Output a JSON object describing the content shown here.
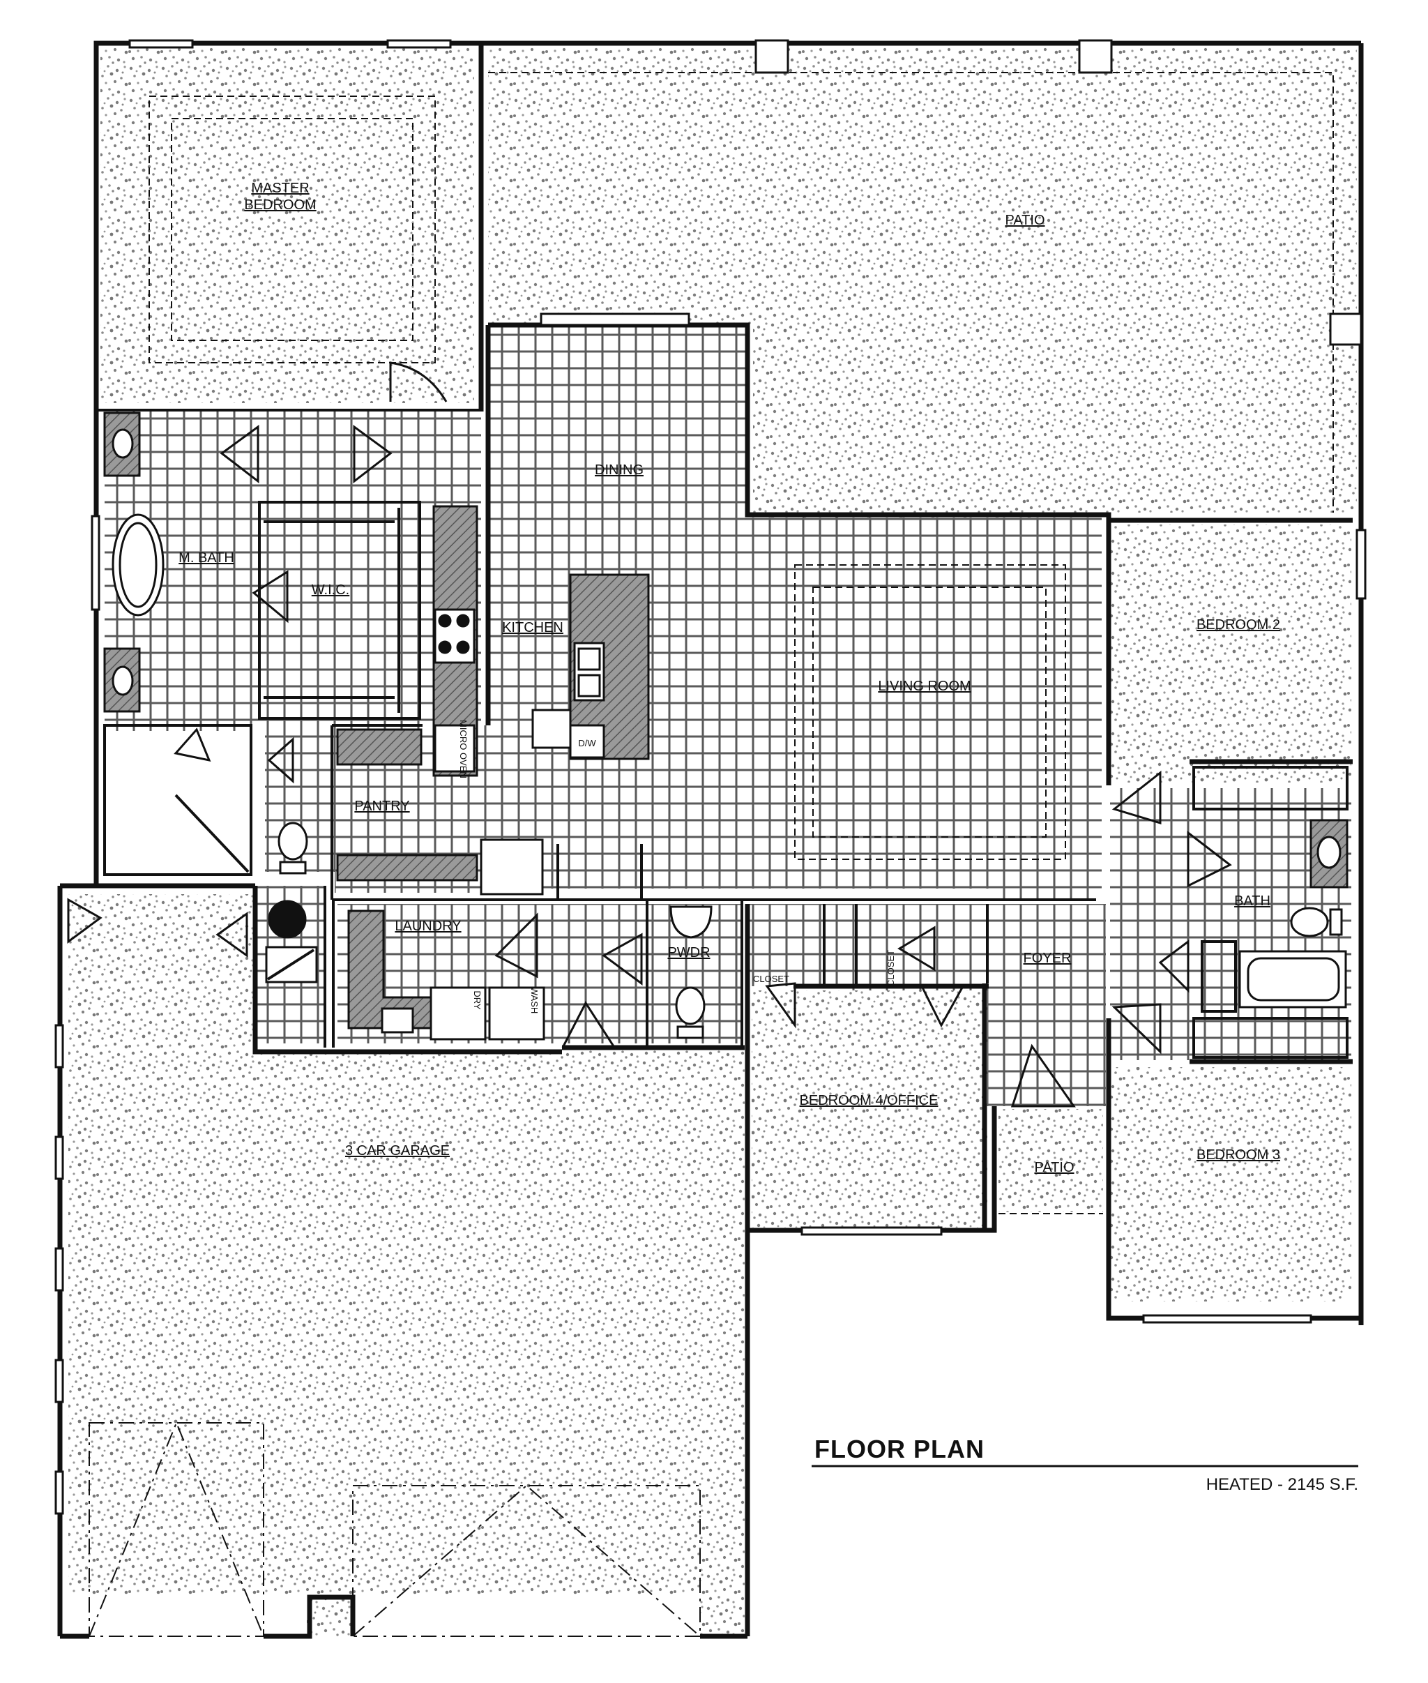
{
  "plan": {
    "title": "FLOOR PLAN",
    "area": "HEATED - 2145 S.F."
  },
  "rooms": {
    "master_bedroom": "MASTER BEDROOM",
    "patio_rear": "PATIO",
    "m_bath": "M. BATH",
    "wic": "W.I.C.",
    "dining": "DINING",
    "kitchen": "KITCHEN",
    "living_room": "LIVING ROOM",
    "bedroom_2": "BEDROOM 2",
    "pantry": "PANTRY",
    "bath": "BATH",
    "laundry": "LAUNDRY",
    "pwdr": "PWDR",
    "foyer": "FOYER",
    "bedroom_4": "BEDROOM 4/OFFICE",
    "patio_front": "PATIO",
    "bedroom_3": "BEDROOM 3",
    "garage": "3 CAR GARAGE"
  },
  "fixtures": {
    "closet_left": "CLOSET",
    "closet_right": "CLOSET",
    "dishwasher": "D/W",
    "micro_oven": "MICRO OVEN",
    "range": "RANGE",
    "dryer": "DRY",
    "washer": "WASH"
  },
  "colors": {
    "line": "#111111",
    "background": "#ffffff",
    "carpet_dots": "#8a8a8a",
    "tile_grid": "#555555"
  }
}
